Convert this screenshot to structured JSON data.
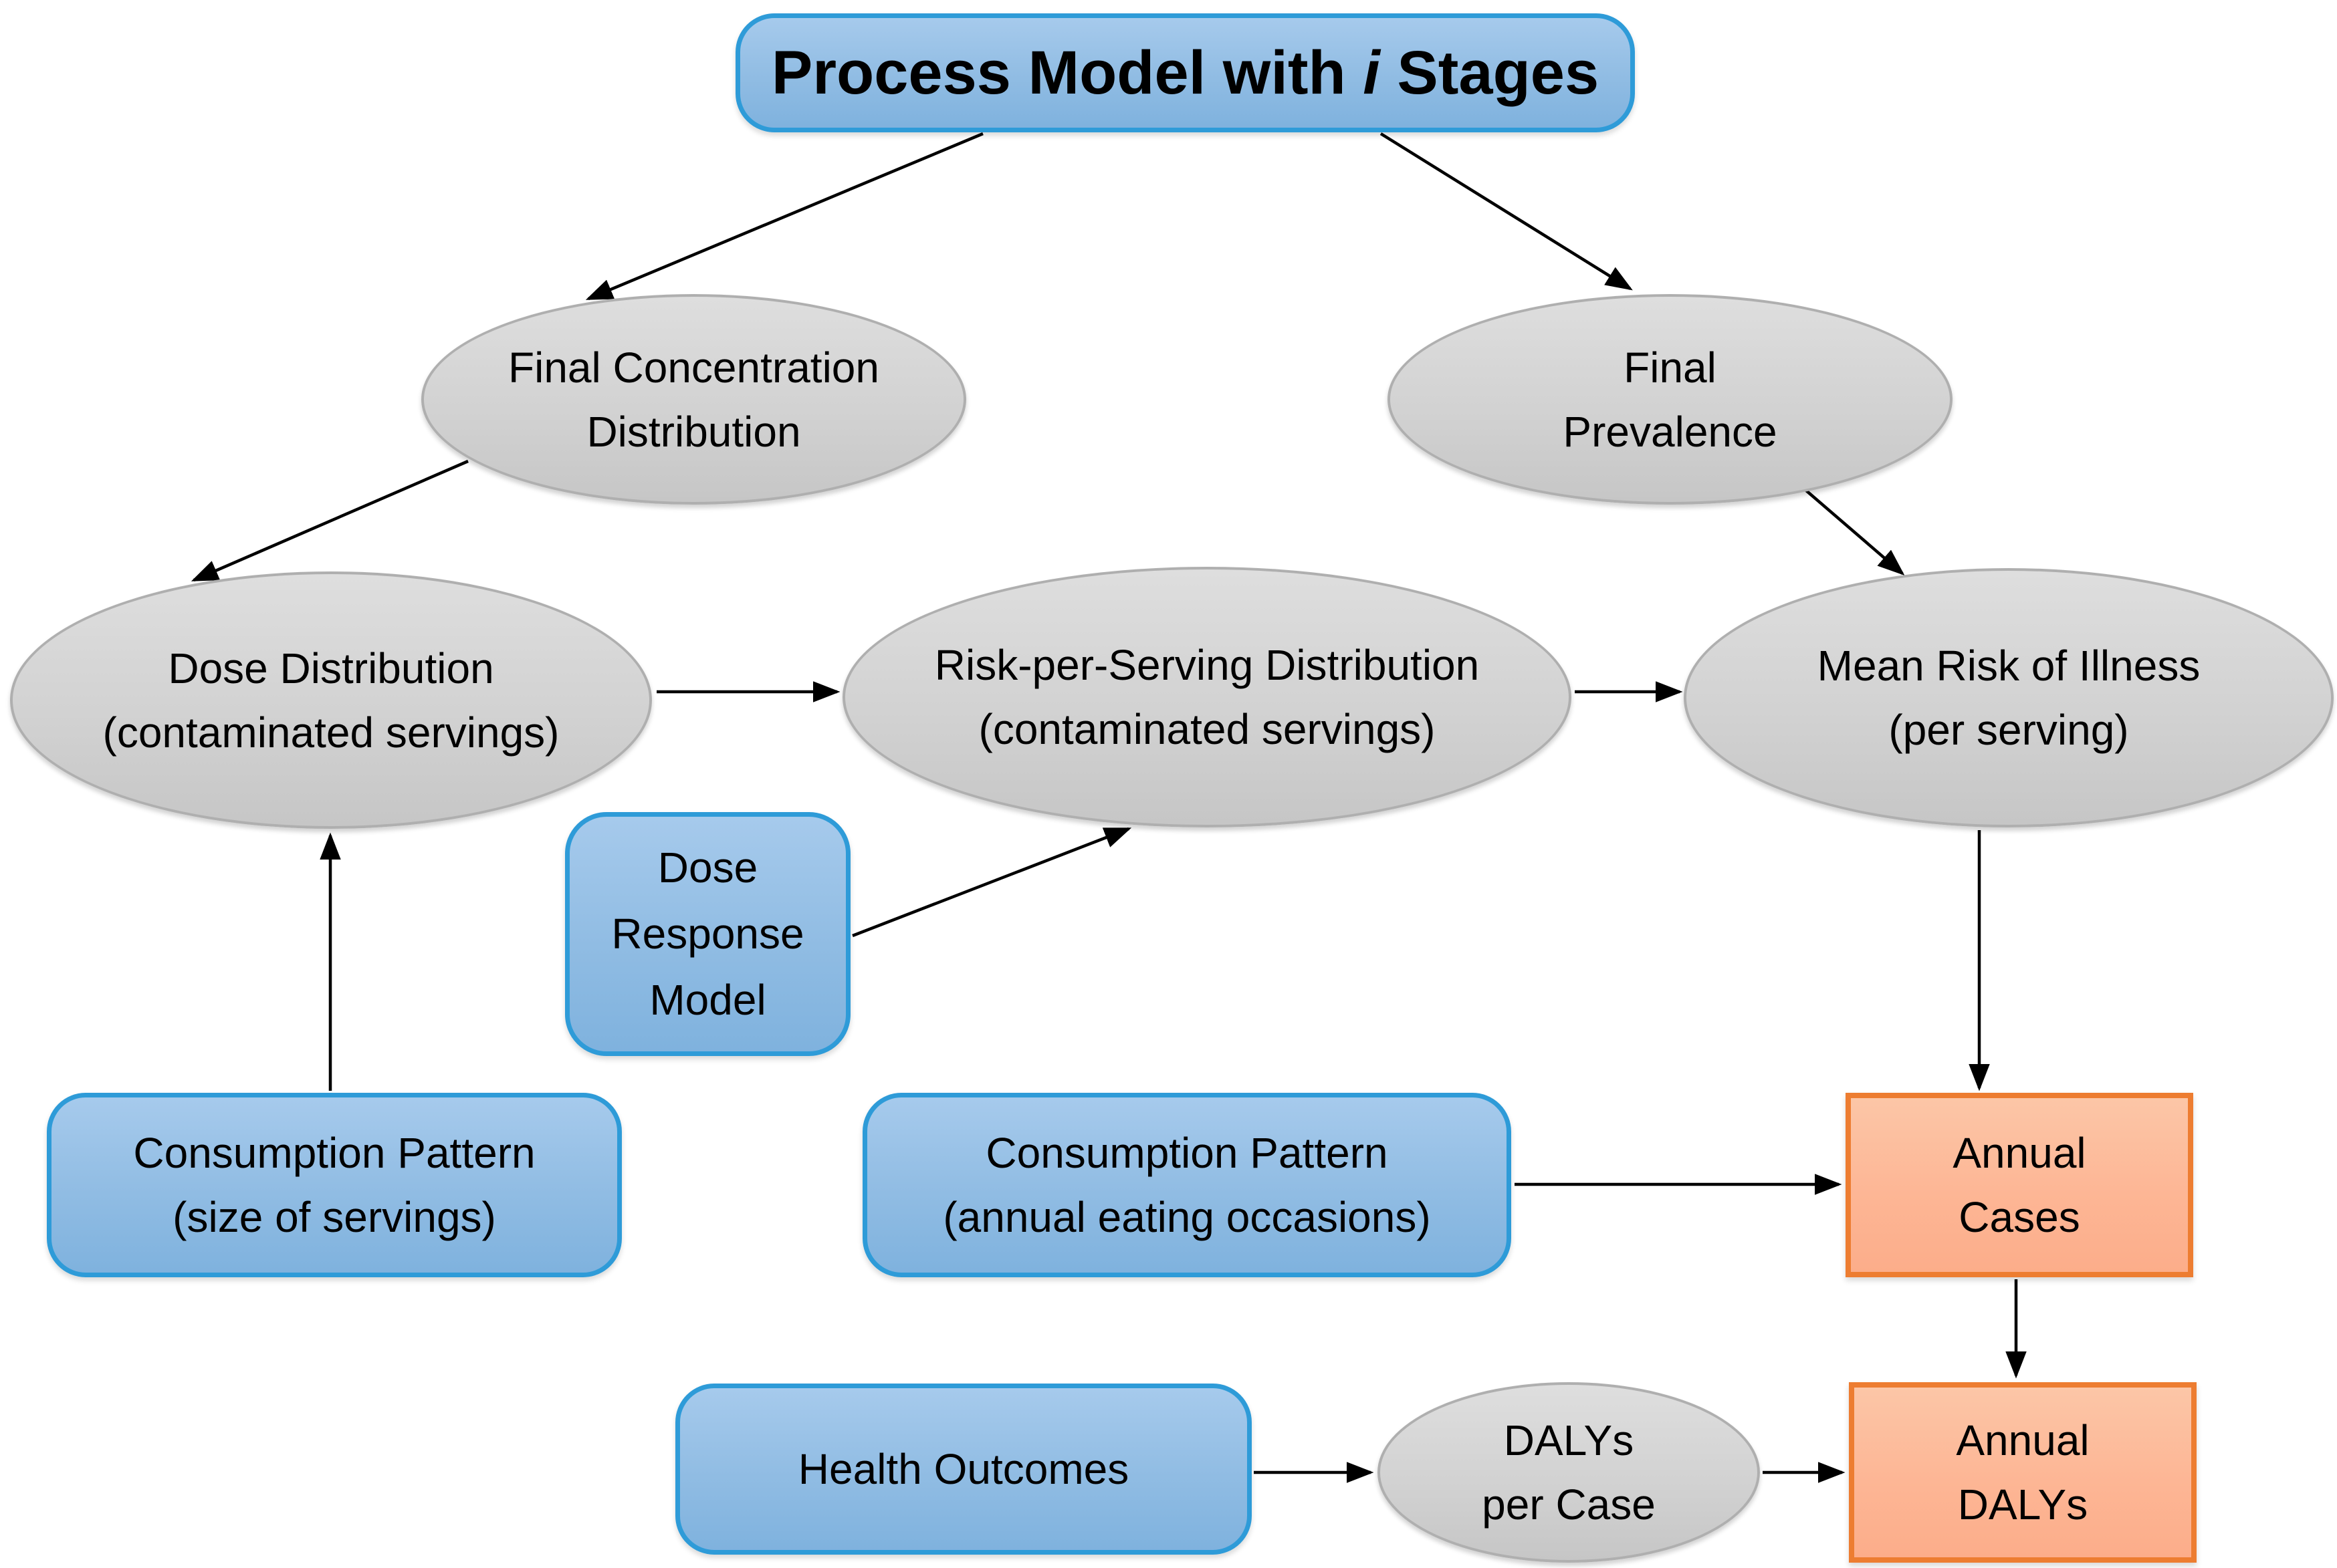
{
  "diagram": {
    "title": {
      "prefix": "Process Model with ",
      "italic_var": "i",
      "suffix": " Stages"
    },
    "colors": {
      "input_box_fill": "#96BFE5",
      "input_box_border": "#2E9BD8",
      "distribution_ellipse_fill": "#D3D3D3",
      "distribution_ellipse_border": "#AFAFAF",
      "output_box_fill": "#FBBA9A",
      "output_box_border": "#ED7D31",
      "arrow_color": "#000000",
      "background": "#FFFFFF"
    },
    "nodes": {
      "process_model": {
        "shape": "rounded-rect",
        "label": "Process Model with i Stages"
      },
      "final_concentration": {
        "shape": "ellipse",
        "line1": "Final Concentration",
        "line2": "Distribution"
      },
      "final_prevalence": {
        "shape": "ellipse",
        "line1": "Final",
        "line2": "Prevalence"
      },
      "dose_distribution": {
        "shape": "ellipse",
        "line1": "Dose Distribution",
        "line2": "(contaminated servings)"
      },
      "risk_per_serving": {
        "shape": "ellipse",
        "line1": "Risk-per-Serving Distribution",
        "line2": "(contaminated servings)"
      },
      "mean_risk": {
        "shape": "ellipse",
        "line1": "Mean Risk of Illness",
        "line2": "(per serving)"
      },
      "dose_response": {
        "shape": "rounded-rect",
        "line1": "Dose",
        "line2": "Response",
        "line3": "Model"
      },
      "consumption_size": {
        "shape": "rounded-rect",
        "line1": "Consumption Pattern",
        "line2": "(size of servings)"
      },
      "consumption_annual": {
        "shape": "rounded-rect",
        "line1": "Consumption Pattern",
        "line2": "(annual eating occasions)"
      },
      "annual_cases": {
        "shape": "rect",
        "line1": "Annual",
        "line2": "Cases"
      },
      "health_outcomes": {
        "shape": "rounded-rect",
        "line1": "Health Outcomes"
      },
      "dalys_per_case": {
        "shape": "ellipse",
        "line1": "DALYs",
        "line2": "per Case"
      },
      "annual_dalys": {
        "shape": "rect",
        "line1": "Annual",
        "line2": "DALYs"
      }
    },
    "edges": [
      {
        "from": "process_model",
        "to": "final_concentration"
      },
      {
        "from": "process_model",
        "to": "final_prevalence"
      },
      {
        "from": "final_concentration",
        "to": "dose_distribution"
      },
      {
        "from": "final_prevalence",
        "to": "mean_risk"
      },
      {
        "from": "dose_distribution",
        "to": "risk_per_serving"
      },
      {
        "from": "risk_per_serving",
        "to": "mean_risk"
      },
      {
        "from": "dose_response",
        "to": "risk_per_serving"
      },
      {
        "from": "consumption_size",
        "to": "dose_distribution"
      },
      {
        "from": "mean_risk",
        "to": "annual_cases"
      },
      {
        "from": "consumption_annual",
        "to": "annual_cases"
      },
      {
        "from": "annual_cases",
        "to": "annual_dalys"
      },
      {
        "from": "health_outcomes",
        "to": "dalys_per_case"
      },
      {
        "from": "dalys_per_case",
        "to": "annual_dalys"
      }
    ]
  }
}
